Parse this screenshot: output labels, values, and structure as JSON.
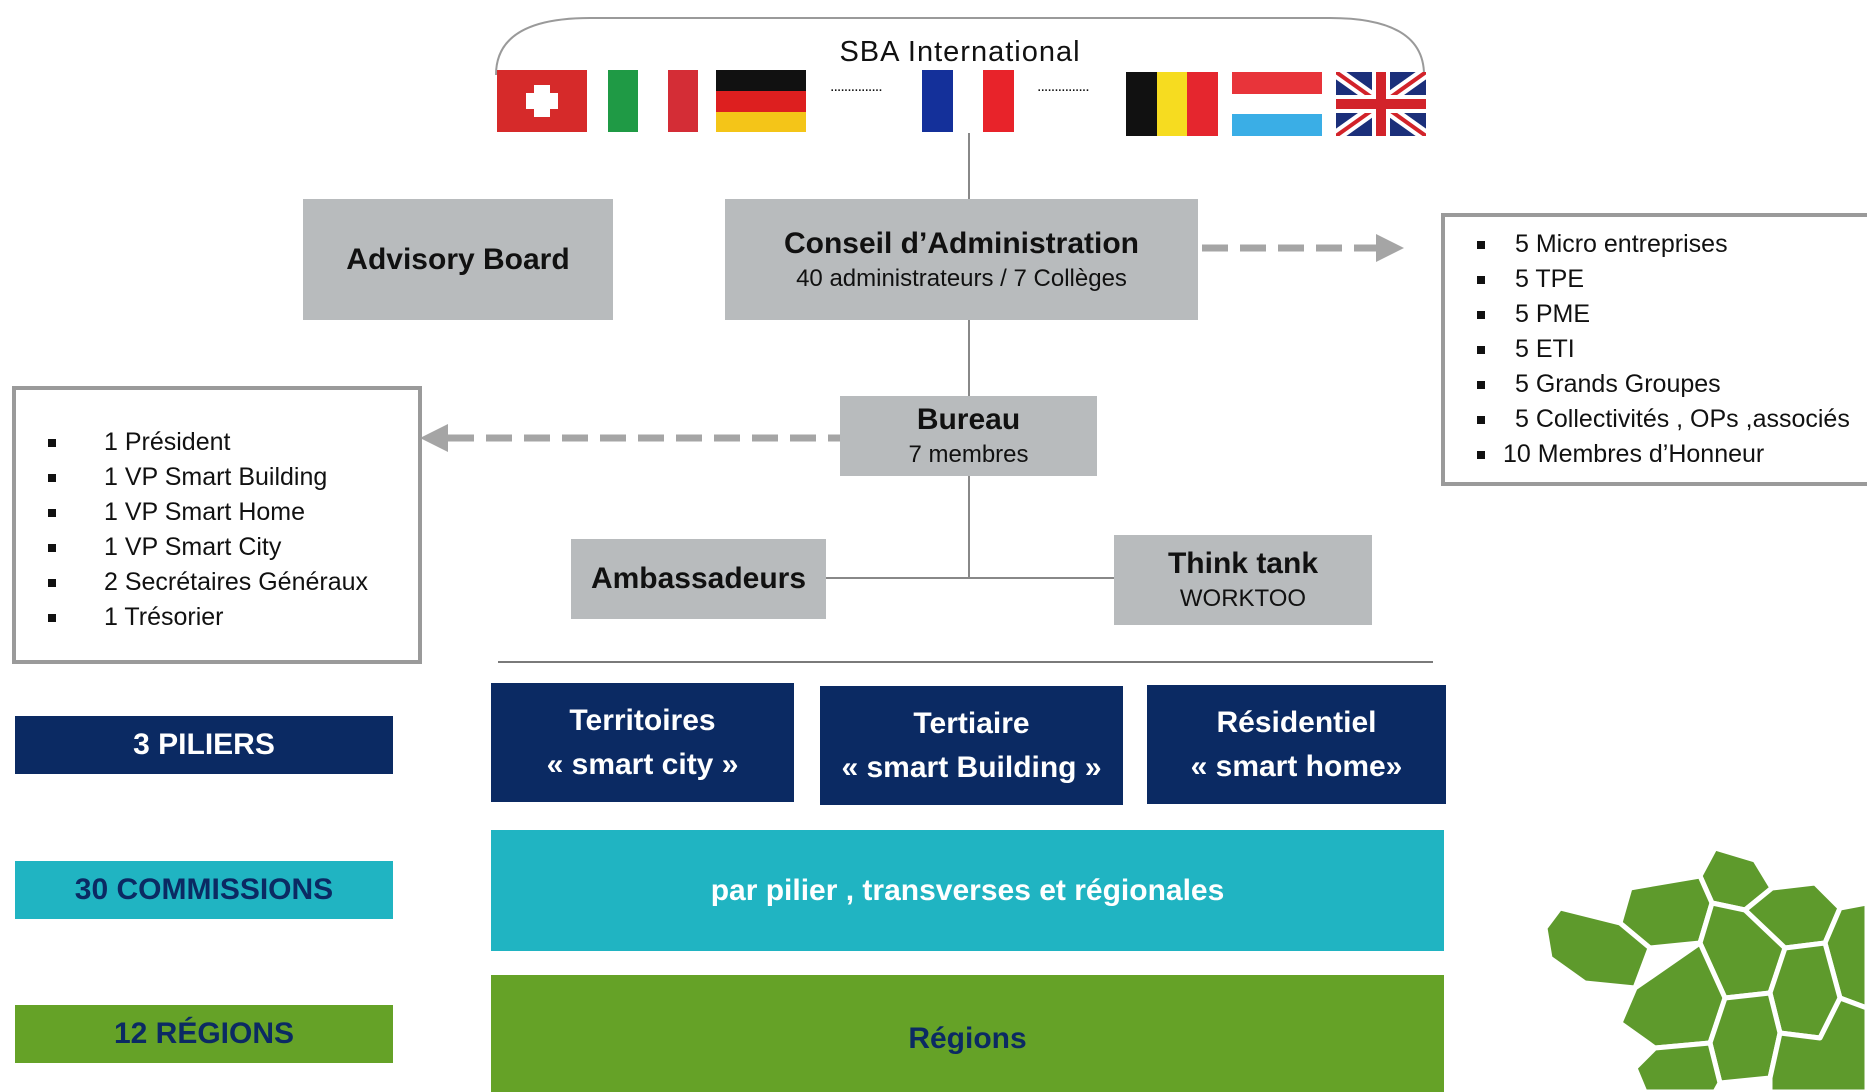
{
  "header": {
    "title": "SBA International",
    "dots_left": "...............",
    "dots_right": "..............."
  },
  "flags": [
    "swiss-flag",
    "italian-flag",
    "german-flag",
    "french-flag",
    "belgian-flag",
    "luxembourg-flag",
    "uk-flag"
  ],
  "advisory_board": {
    "title": "Advisory Board"
  },
  "conseil": {
    "title": "Conseil d’Administration",
    "subtitle": "40 administrateurs / 7 Collèges"
  },
  "colleges": {
    "items": [
      "5 Micro entreprises",
      "5 TPE",
      "5 PME",
      "5 ETI",
      "5 Grands Groupes",
      "5 Collectivités , OPs ,associés",
      "10 Membres d’Honneur"
    ]
  },
  "bureau": {
    "title": "Bureau",
    "subtitle": "7 membres",
    "members": [
      "1 Président",
      "1 VP Smart Building",
      "1 VP Smart Home",
      "1 VP Smart City",
      "2 Secrétaires Généraux",
      "1 Trésorier"
    ]
  },
  "ambassadeurs": {
    "title": "Ambassadeurs"
  },
  "think_tank": {
    "title": "Think tank",
    "subtitle": "WORKTOO"
  },
  "labels": {
    "piliers": "3 PILIERS",
    "commissions": "30 COMMISSIONS",
    "regions": "12 RÉGIONS"
  },
  "piliers": [
    {
      "line1": "Territoires",
      "line2": "« smart city »"
    },
    {
      "line1": "Tertiaire",
      "line2": "« smart Building »"
    },
    {
      "line1": "Résidentiel",
      "line2": "« smart home»"
    }
  ],
  "commissions_bar": "par pilier , transverses et régionales",
  "regions_bar": "Régions",
  "colors": {
    "navy": "#0b2a63",
    "teal": "#20b4c2",
    "green": "#65a227",
    "gray_box": "#b8bbbd",
    "france_map": "#5e9a2c"
  },
  "icons": [
    "dashed-arrow-right-icon",
    "dashed-arrow-left-icon",
    "france-map-icon"
  ]
}
